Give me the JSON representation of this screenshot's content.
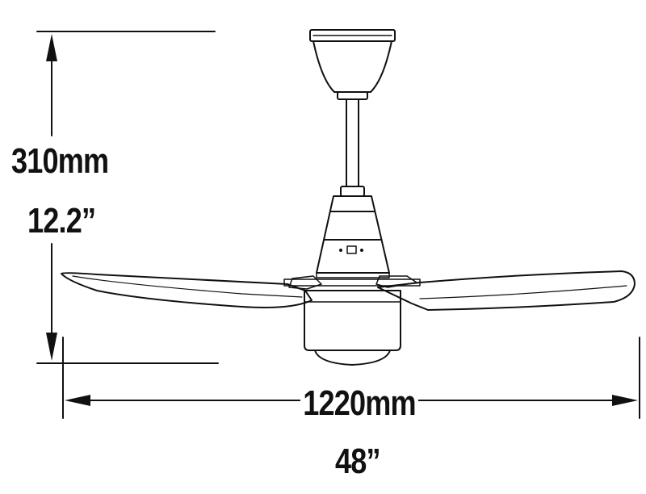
{
  "dimensions": {
    "height_mm": "310mm",
    "height_in": "12.2”",
    "width_mm": "1220mm",
    "width_in": "48”"
  },
  "colors": {
    "line": "#111111",
    "background": "#ffffff"
  }
}
